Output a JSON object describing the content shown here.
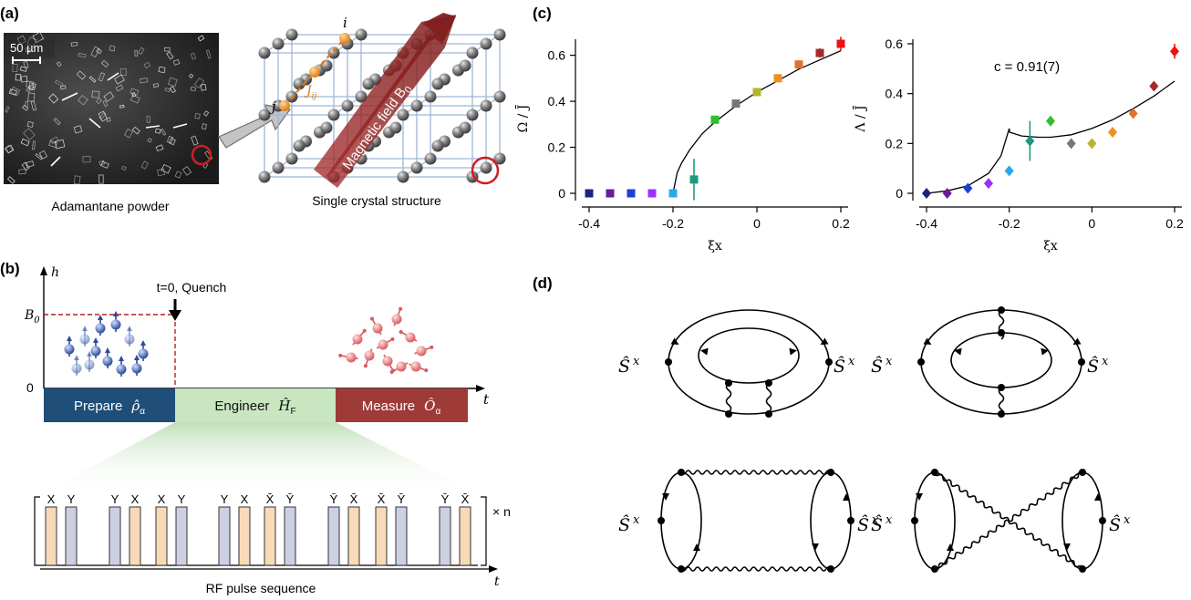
{
  "panels": {
    "a": {
      "label": "(a)",
      "scale_bar": "50 µm",
      "photo_caption": "Adamantane powder",
      "crystal_caption": "Single crystal structure",
      "field_label": "Magnetic field B",
      "field_sub": "0",
      "site_i": "i",
      "site_j": "j",
      "coupling": "J",
      "coupling_sub": "ij"
    },
    "b": {
      "label": "(b)",
      "y_axis": "h",
      "b0": "B",
      "b0_sub": "0",
      "zero": "0",
      "t_axis": "t",
      "quench": "t=0, Quench",
      "prepare": "Prepare",
      "prepare_sym": "ρ̂",
      "prepare_sub": "α",
      "engineer": "Engineer",
      "engineer_sym": "Ĥ",
      "engineer_sub": "F",
      "measure": "Measure",
      "measure_sym": "Ô",
      "measure_sub": "α",
      "pulse_labels": [
        "X",
        "Y",
        "Y",
        "X",
        "X",
        "Y",
        "Y",
        "X",
        "X̄",
        "Ȳ",
        "Ȳ",
        "X̄",
        "X̄",
        "Ȳ",
        "Ȳ",
        "X̄"
      ],
      "repeat": "× n",
      "pulse_t": "t",
      "sequence_caption": "RF pulse sequence",
      "colors": {
        "prepare": "#1f4e79",
        "engineer": "#c8e6c0",
        "measure": "#9e3a38",
        "x_pulse": "#f8d9b8",
        "y_pulse": "#cdcfe3"
      }
    },
    "c": {
      "label": "(c)",
      "fit_note": "c = 0.91(7)"
    },
    "d": {
      "label": "(d)",
      "operator": "Ŝ",
      "operator_sup": "x"
    }
  },
  "chart_data": [
    {
      "type": "scatter",
      "xlabel": "ξx",
      "ylabel": "Ω / J̄",
      "xlim": [
        -0.4,
        0.2
      ],
      "ylim": [
        0,
        0.65
      ],
      "xticks": [
        "-0.4",
        "-0.2",
        "0",
        "0.2"
      ],
      "yticks": [
        "0",
        "0.2",
        "0.4",
        "0.6"
      ],
      "x": [
        -0.4,
        -0.35,
        -0.3,
        -0.25,
        -0.2,
        -0.15,
        -0.1,
        -0.05,
        0.0,
        0.05,
        0.1,
        0.15,
        0.2
      ],
      "values": [
        0.0,
        0.0,
        0.0,
        0.0,
        0.0,
        0.06,
        0.32,
        0.39,
        0.44,
        0.5,
        0.56,
        0.61,
        0.65
      ],
      "errors": [
        0,
        0,
        0,
        0,
        0,
        0.09,
        0,
        0,
        0,
        0,
        0,
        0.02,
        0.03
      ],
      "colors": [
        "#1a237e",
        "#6a1b9a",
        "#1e3fd6",
        "#9b30ff",
        "#29a8f0",
        "#1e9a80",
        "#2ec02e",
        "#777777",
        "#b5b52a",
        "#f0901e",
        "#e2712a",
        "#a52a2a",
        "#ee1111"
      ],
      "marker": "square",
      "fit": {
        "x": [
          -0.2,
          -0.19,
          -0.18,
          -0.16,
          -0.13,
          -0.1,
          -0.05,
          0.0,
          0.05,
          0.1,
          0.15,
          0.2
        ],
        "y": [
          0.0,
          0.09,
          0.13,
          0.19,
          0.26,
          0.31,
          0.38,
          0.44,
          0.49,
          0.54,
          0.58,
          0.62
        ]
      }
    },
    {
      "type": "scatter",
      "xlabel": "ξx",
      "ylabel": "Λ / J̄",
      "xlim": [
        -0.4,
        0.2
      ],
      "ylim": [
        0,
        0.6
      ],
      "xticks": [
        "-0.4",
        "-0.2",
        "0",
        "0.2"
      ],
      "yticks": [
        "0",
        "0.2",
        "0.4",
        "0.6"
      ],
      "x": [
        -0.4,
        -0.35,
        -0.3,
        -0.25,
        -0.2,
        -0.15,
        -0.1,
        -0.05,
        0.0,
        0.05,
        0.1,
        0.15,
        0.2
      ],
      "values": [
        0.0,
        0.0,
        0.02,
        0.04,
        0.09,
        0.21,
        0.29,
        0.2,
        0.2,
        0.245,
        0.32,
        0.43,
        0.57
      ],
      "errors": [
        0,
        0,
        0,
        0,
        0,
        0.08,
        0,
        0,
        0,
        0,
        0,
        0,
        0.03
      ],
      "colors": [
        "#1a237e",
        "#6a1b9a",
        "#1e3fd6",
        "#9b30ff",
        "#29a8f0",
        "#1e9a80",
        "#2ec02e",
        "#777777",
        "#b5b52a",
        "#f0901e",
        "#e2712a",
        "#a52a2a",
        "#ee1111"
      ],
      "marker": "diamond",
      "fit": {
        "x": [
          -0.4,
          -0.35,
          -0.3,
          -0.25,
          -0.22,
          -0.2,
          -0.199,
          -0.17,
          -0.13,
          -0.1,
          -0.05,
          0.0,
          0.05,
          0.1,
          0.15,
          0.2
        ],
        "y": [
          0.0,
          0.01,
          0.03,
          0.08,
          0.15,
          0.26,
          0.245,
          0.23,
          0.225,
          0.225,
          0.235,
          0.26,
          0.295,
          0.34,
          0.39,
          0.45
        ]
      }
    }
  ]
}
